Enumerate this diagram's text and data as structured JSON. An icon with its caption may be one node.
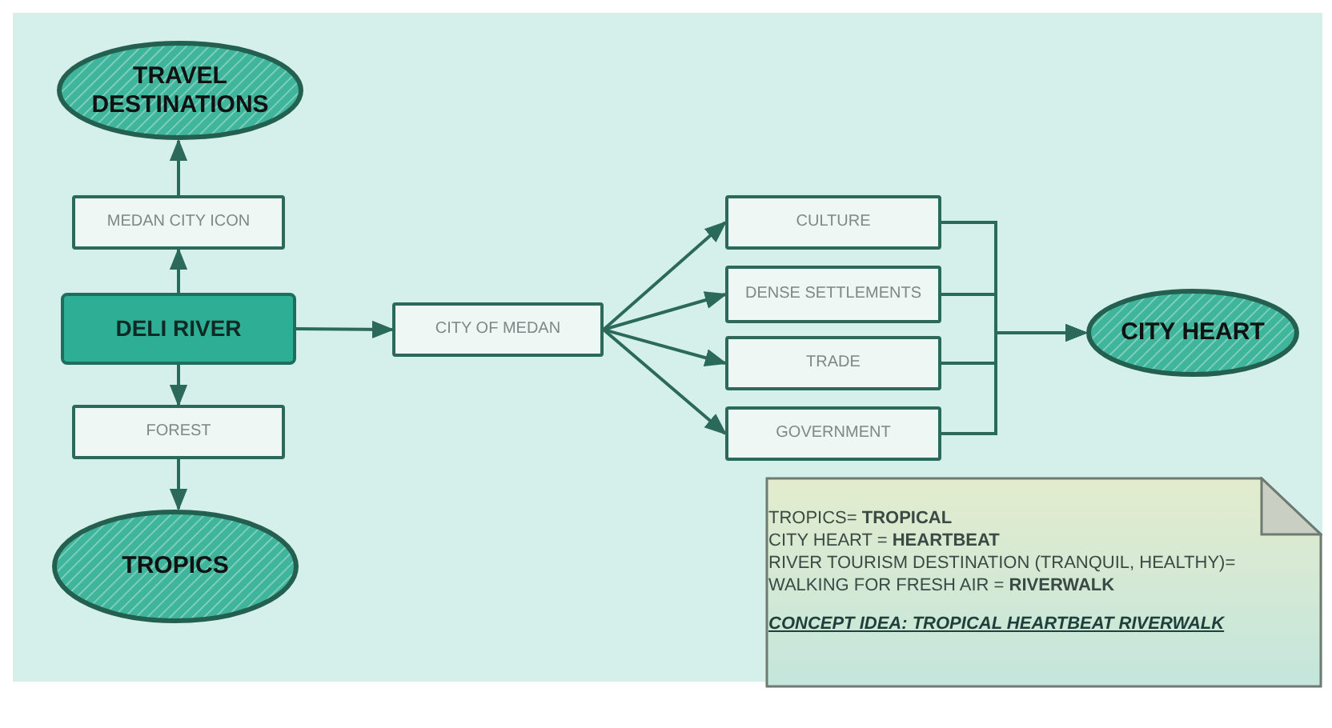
{
  "diagram": {
    "nodes": [
      {
        "text": [
          "TRAVEL DESTINATIONS"
        ]
      },
      {
        "text": [
          "MEDAN CITY ICON"
        ]
      },
      {
        "text": [
          "DELI RIVER"
        ]
      },
      {
        "text": [
          "FOREST"
        ]
      },
      {
        "text": [
          "TROPICS"
        ]
      },
      {
        "text": [
          "CITY OF MEDAN"
        ]
      },
      {
        "text": [
          "CULTURE"
        ]
      },
      {
        "text": [
          "DENSE SETTLEMENTS"
        ]
      },
      {
        "text": [
          "TRADE"
        ]
      },
      {
        "text": [
          "GOVERNMENT"
        ]
      },
      {
        "text": [
          "CITY HEART"
        ]
      },
      {
        "text": [
          "TROPICS= **TROPICAL**",
          "CITY HEART = **HEARTBEAT**",
          "RIVER TOURISM DESTINATION (TRANQUIL, HEALTHY)= WALKING FOR FRESH AIR = **RIVERWALK**",
          "CONCEPT IDEA: TROPICAL HEARTBEAT RIVERWALK"
        ]
      }
    ],
    "edges": [
      {
        "from": 2,
        "to": 1,
        "arrow": "to"
      },
      {
        "from": 1,
        "to": 0,
        "arrow": "to"
      },
      {
        "from": 2,
        "to": 3,
        "arrow": "to"
      },
      {
        "from": 3,
        "to": 4,
        "arrow": "to"
      },
      {
        "from": 2,
        "to": 5,
        "arrow": "to"
      },
      {
        "from": 5,
        "to": 6,
        "arrow": "to"
      },
      {
        "from": 5,
        "to": 7,
        "arrow": "to"
      },
      {
        "from": 5,
        "to": 8,
        "arrow": "to"
      },
      {
        "from": 5,
        "to": 9,
        "arrow": "to"
      },
      {
        "from": 6,
        "to": 10,
        "arrow": "to"
      },
      {
        "from": 7,
        "to": 10,
        "arrow": "to"
      },
      {
        "from": 8,
        "to": 10,
        "arrow": "to"
      },
      {
        "from": 9,
        "to": 10,
        "arrow": "to"
      }
    ]
  }
}
